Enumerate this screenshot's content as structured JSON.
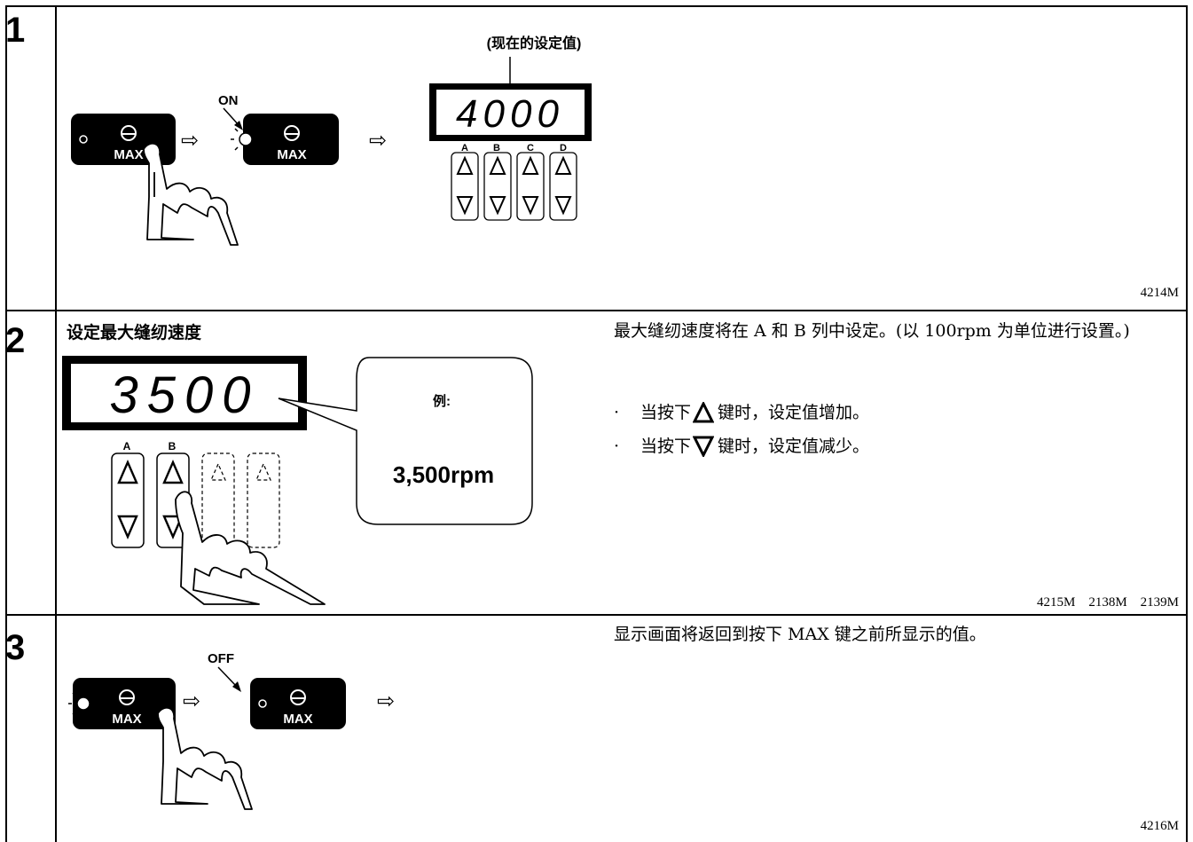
{
  "steps": [
    {
      "number": "1",
      "annotation": "(现在的设定值)",
      "switch_state_label": "ON",
      "max_key_label": "MAX",
      "display_value": "4000",
      "column_labels": [
        "A",
        "B",
        "C",
        "D"
      ],
      "codes": "4214M"
    },
    {
      "number": "2",
      "heading": "设定最大缝纫速度",
      "display_value": "3500",
      "callout_title": "例:",
      "callout_value": "3,500rpm",
      "column_labels": [
        "A",
        "B"
      ],
      "description": "最大缝纫速度将在 A 和 B 列中设定。(以 100rpm 为单位进行设置。)",
      "bullets": [
        {
          "prefix": "当按下",
          "icon": "up-triangle-icon",
          "suffix": " 键时，设定值增加。"
        },
        {
          "prefix": "当按下",
          "icon": "down-triangle-icon",
          "suffix": " 键时，设定值减少。"
        }
      ],
      "codes": "4215M　2138M　2139M"
    },
    {
      "number": "3",
      "switch_state_label": "OFF",
      "max_key_label": "MAX",
      "description": "显示画面将返回到按下 MAX 键之前所显示的值。",
      "codes": "4216M"
    }
  ],
  "bullet_dot": "·"
}
